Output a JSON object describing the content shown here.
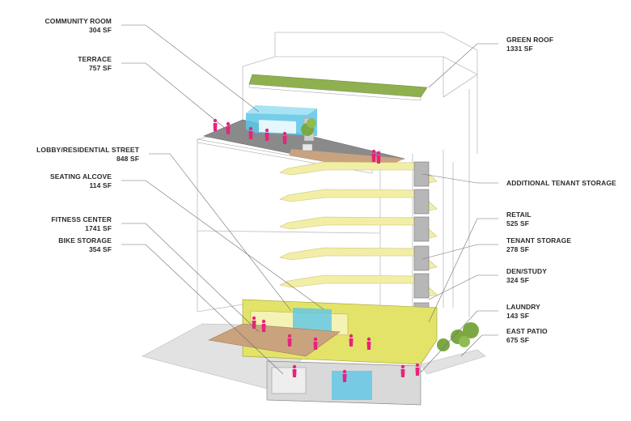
{
  "labels_left": [
    {
      "key": "community-room",
      "name": "COMMUNITY ROOM",
      "area": "304 SF"
    },
    {
      "key": "terrace",
      "name": "TERRACE",
      "area": "757 SF"
    },
    {
      "key": "lobby-residential-street",
      "name": "LOBBY/RESIDENTIAL STREET",
      "area": "848 SF"
    },
    {
      "key": "seating-alcove",
      "name": "SEATING ALCOVE",
      "area": "114 SF"
    },
    {
      "key": "fitness-center",
      "name": "FITNESS CENTER",
      "area": "1741 SF"
    },
    {
      "key": "bike-storage",
      "name": "BIKE STORAGE",
      "area": "354 SF"
    }
  ],
  "labels_right": [
    {
      "key": "green-roof",
      "name": "GREEN ROOF",
      "area": "1331 SF"
    },
    {
      "key": "additional-tenant-storage",
      "name": "ADDITIONAL TENANT STORAGE",
      "area": ""
    },
    {
      "key": "retail",
      "name": "RETAIL",
      "area": "525 SF"
    },
    {
      "key": "tenant-storage",
      "name": "TENANT STORAGE",
      "area": "278 SF"
    },
    {
      "key": "den-study",
      "name": "DEN/STUDY",
      "area": "324 SF"
    },
    {
      "key": "laundry",
      "name": "LAUNDRY",
      "area": "143 SF"
    },
    {
      "key": "east-patio",
      "name": "EAST PATIO",
      "area": "675 SF"
    }
  ],
  "colors": {
    "leader": "#6f6f6f",
    "outline": "#bdbdbd",
    "floor_plate": "#f2eea6",
    "ground_floor": "#e3e36a",
    "green_roof": "#8fb04e",
    "terrace_deck": "#8a8a8a",
    "wood_deck": "#c9a27e",
    "glass": "#5cc6e6",
    "people": "#e8237c",
    "trees": "#7ba843",
    "storage": "#b7b7b7"
  }
}
